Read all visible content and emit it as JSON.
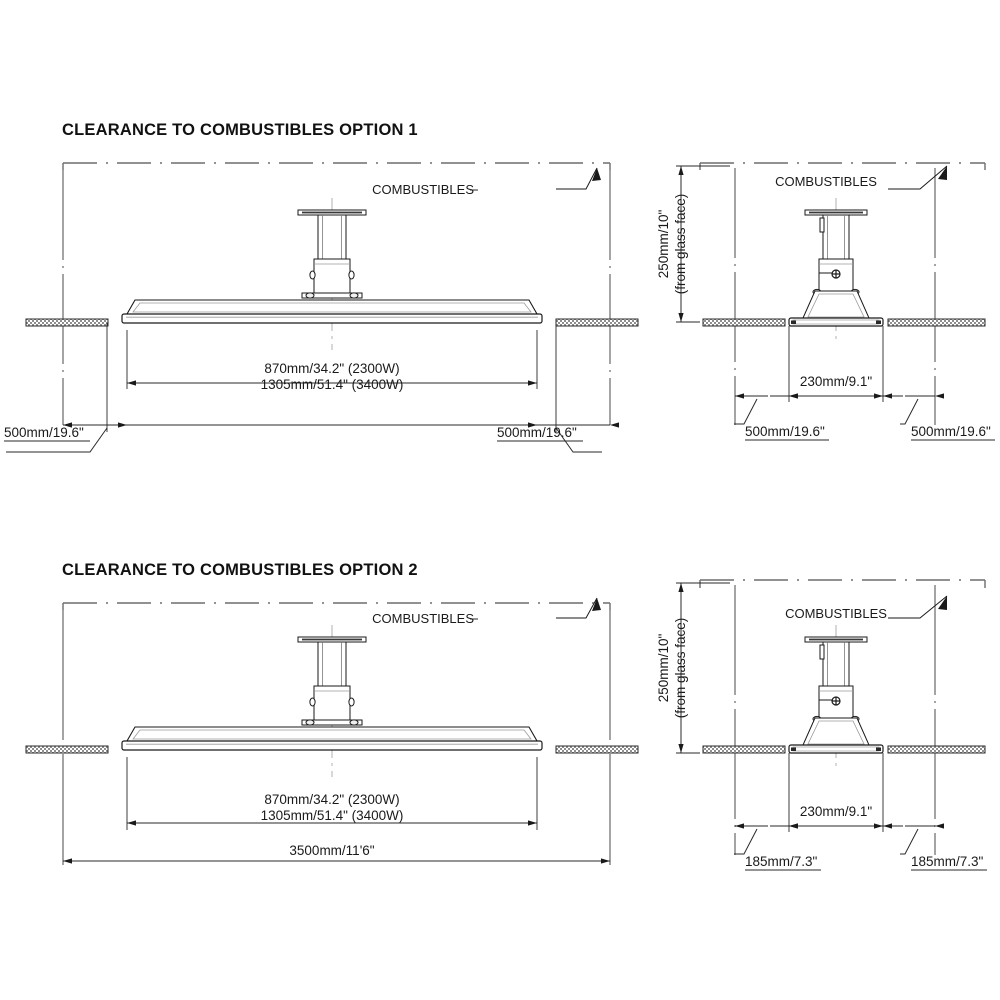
{
  "document": {
    "type": "technical-drawing",
    "background_color": "#ffffff",
    "line_color": "#1a1a1a",
    "hatch_color": "#8a8a8a"
  },
  "sections": [
    {
      "id": "option1",
      "title": "CLEARANCE TO COMBUSTIBLES OPTION 1",
      "views": {
        "front": {
          "callout": "COMBUSTIBLES",
          "appliance_dimension_line_1": "870mm/34.2\" (2300W)",
          "appliance_dimension_line_2": "1305mm/51.4\" (3400W)",
          "left_clearance": "500mm/19.6\"",
          "right_clearance": "500mm/19.6\""
        },
        "side": {
          "callout": "COMBUSTIBLES",
          "vertical_dimension_line_1": "250mm/10\"",
          "vertical_dimension_line_2": "(from glass face)",
          "depth_dimension": "230mm/9.1\"",
          "left_clearance": "500mm/19.6\"",
          "right_clearance": "500mm/19.6\""
        }
      }
    },
    {
      "id": "option2",
      "title": "CLEARANCE TO COMBUSTIBLES OPTION 2",
      "views": {
        "front": {
          "callout": "COMBUSTIBLES",
          "appliance_dimension_line_1": "870mm/34.2\" (2300W)",
          "appliance_dimension_line_2": "1305mm/51.4\" (3400W)",
          "overall_dimension": "3500mm/11'6\""
        },
        "side": {
          "callout": "COMBUSTIBLES",
          "vertical_dimension_line_1": "250mm/10\"",
          "vertical_dimension_line_2": "(from glass face)",
          "depth_dimension": "230mm/9.1\"",
          "left_clearance": "185mm/7.3\"",
          "right_clearance": "185mm/7.3\""
        }
      }
    }
  ]
}
